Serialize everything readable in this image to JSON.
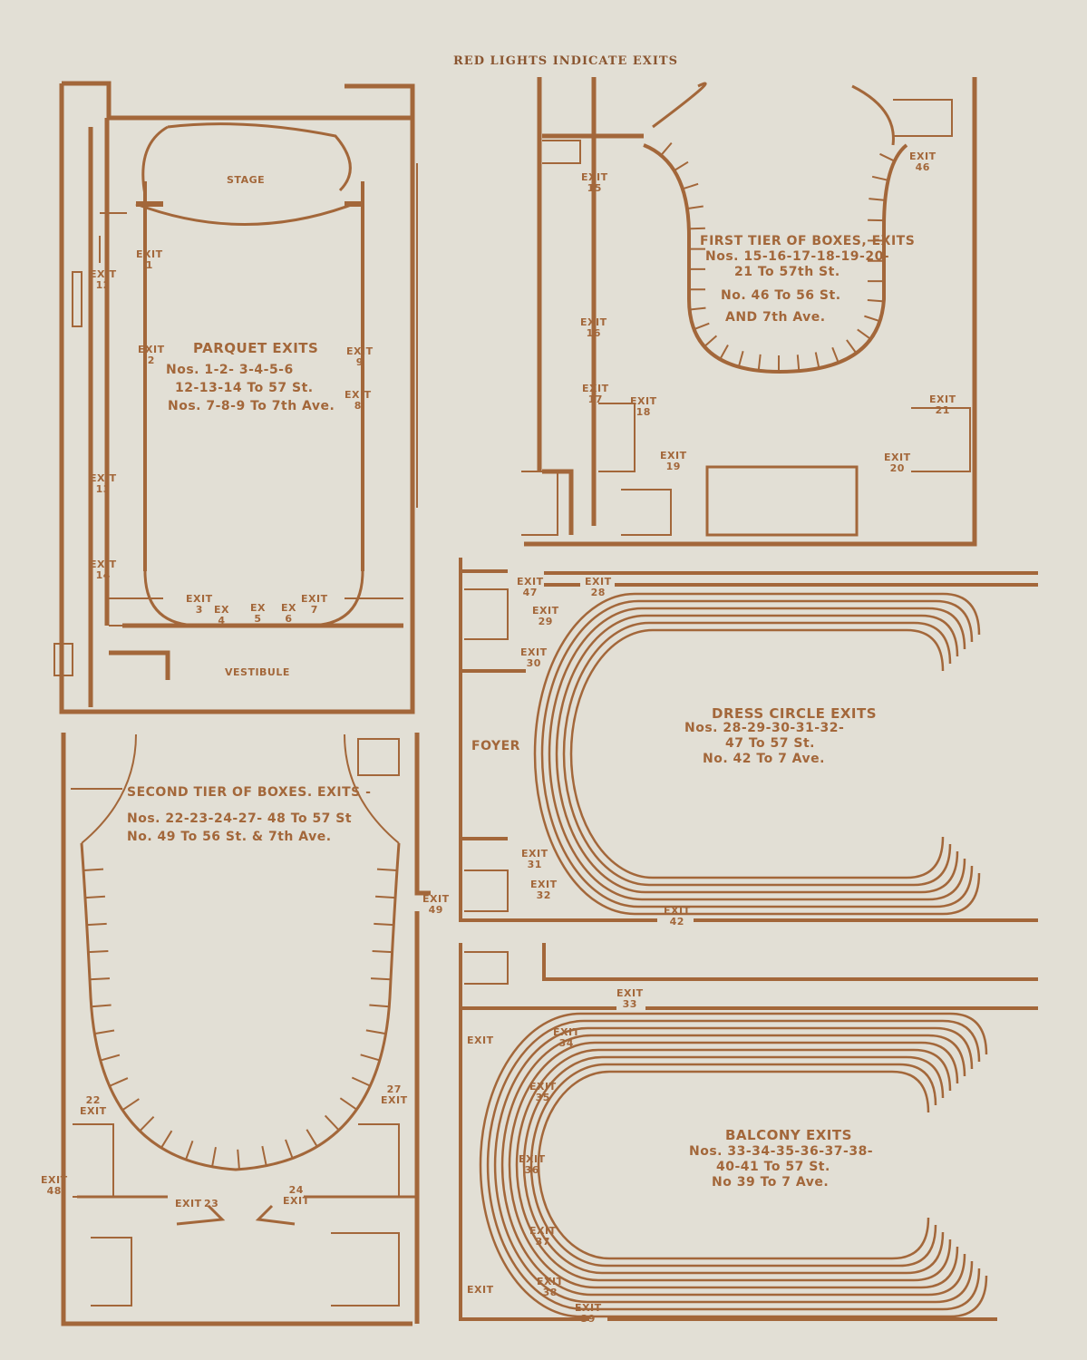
{
  "header": "RED LIGHTS INDICATE EXITS",
  "exit_word": "EXIT",
  "ex_word": "EX",
  "colors": {
    "ink": "#a3673a",
    "paper": "#e2dfd5"
  },
  "parquet": {
    "title": "PARQUET EXITS",
    "lines": [
      "Nos. 1-2- 3-4-5-6",
      "12-13-14 To 57 St.",
      "Nos. 7-8-9 To 7th Ave."
    ],
    "stage": "STAGE",
    "vestibule": "VESTIBULE",
    "exits": {
      "e1": "1",
      "e2": "2",
      "e3": "3",
      "e4": "4",
      "e5": "5",
      "e6": "6",
      "e7": "7",
      "e8": "8",
      "e9": "9",
      "e12": "12",
      "e13": "13",
      "e14": "14"
    }
  },
  "first_tier": {
    "title": "FIRST TIER OF BOXES, EXITS",
    "lines": [
      "Nos. 15-16-17-18-19-20-",
      "21 To 57th St.",
      "No. 46 To 56 St.",
      "AND 7th Ave."
    ],
    "exits": {
      "e15": "15",
      "e16": "16",
      "e17": "17",
      "e18": "18",
      "e19": "19",
      "e20": "20",
      "e21": "21",
      "e46": "46"
    }
  },
  "dress_circle": {
    "title": "DRESS CIRCLE EXITS",
    "lines": [
      "Nos. 28-29-30-31-32-",
      "47 To 57 St.",
      "No. 42 To 7 Ave."
    ],
    "foyer": "FOYER",
    "exits": {
      "e47": "47",
      "e28": "28",
      "e29": "29",
      "e30": "30",
      "e31": "31",
      "e32": "32",
      "e42": "42"
    }
  },
  "second_tier": {
    "title": "SECOND TIER OF BOXES. EXITS -",
    "lines": [
      "Nos. 22-23-24-27- 48 To 57 St",
      "No. 49 To 56 St. & 7th Ave."
    ],
    "exits": {
      "e22": "22",
      "e23": "23",
      "e24": "24",
      "e27": "27",
      "e48": "48",
      "e49": "49"
    }
  },
  "balcony": {
    "title": "BALCONY EXITS",
    "lines": [
      "Nos. 33-34-35-36-37-38-",
      "40-41 To 57 St.",
      "No 39 To 7 Ave."
    ],
    "exits": {
      "e33": "33",
      "e34": "34",
      "e35": "35",
      "e36": "36",
      "e37": "37",
      "e38": "38",
      "e39": "39"
    }
  }
}
